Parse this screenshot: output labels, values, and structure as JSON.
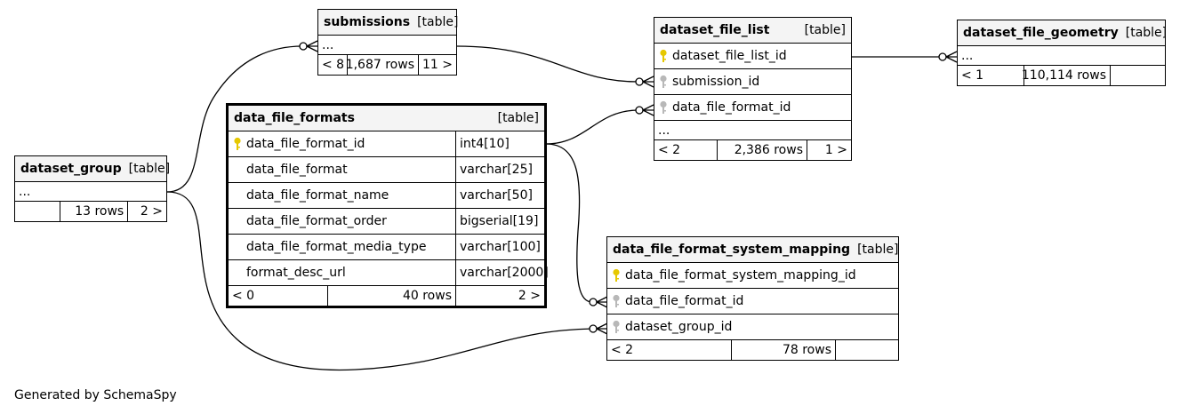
{
  "tables": {
    "submissions": {
      "name": "submissions",
      "tag": "[table]",
      "ellipsis": "...",
      "stats": {
        "parents": "< 8",
        "rows": "1,687 rows",
        "children": "11 >"
      }
    },
    "dataset_file_list": {
      "name": "dataset_file_list",
      "tag": "[table]",
      "columns": [
        {
          "name": "dataset_file_list_id",
          "key": "primary"
        },
        {
          "name": "submission_id",
          "key": "foreign"
        },
        {
          "name": "data_file_format_id",
          "key": "foreign"
        }
      ],
      "ellipsis": "...",
      "stats": {
        "parents": "< 2",
        "rows": "2,386 rows",
        "children": "1 >"
      }
    },
    "dataset_file_geometry": {
      "name": "dataset_file_geometry",
      "tag": "[table]",
      "ellipsis": "...",
      "stats": {
        "parents": "< 1",
        "rows": "110,114 rows",
        "children": ""
      }
    },
    "data_file_formats": {
      "name": "data_file_formats",
      "tag": "[table]",
      "columns": [
        {
          "name": "data_file_format_id",
          "type": "int4[10]",
          "key": "primary"
        },
        {
          "name": "data_file_format",
          "type": "varchar[25]",
          "key": ""
        },
        {
          "name": "data_file_format_name",
          "type": "varchar[50]",
          "key": ""
        },
        {
          "name": "data_file_format_order",
          "type": "bigserial[19]",
          "key": ""
        },
        {
          "name": "data_file_format_media_type",
          "type": "varchar[100]",
          "key": ""
        },
        {
          "name": "format_desc_url",
          "type": "varchar[2000]",
          "key": ""
        }
      ],
      "stats": {
        "parents": "< 0",
        "rows": "40 rows",
        "children": "2 >"
      }
    },
    "dataset_group": {
      "name": "dataset_group",
      "tag": "[table]",
      "ellipsis": "...",
      "stats": {
        "parents": "",
        "rows": "13 rows",
        "children": "2 >"
      }
    },
    "data_file_format_system_mapping": {
      "name": "data_file_format_system_mapping",
      "tag": "[table]",
      "columns": [
        {
          "name": "data_file_format_system_mapping_id",
          "key": "primary"
        },
        {
          "name": "data_file_format_id",
          "key": "foreign"
        },
        {
          "name": "dataset_group_id",
          "key": "foreign"
        }
      ],
      "stats": {
        "parents": "< 2",
        "rows": "78 rows",
        "children": ""
      }
    }
  },
  "footer": "Generated by SchemaSpy",
  "colors": {
    "primary_key": "#e6c800",
    "foreign_key": "#b8b8b8",
    "header_bg": "#f4f4f4",
    "line": "#000000"
  }
}
